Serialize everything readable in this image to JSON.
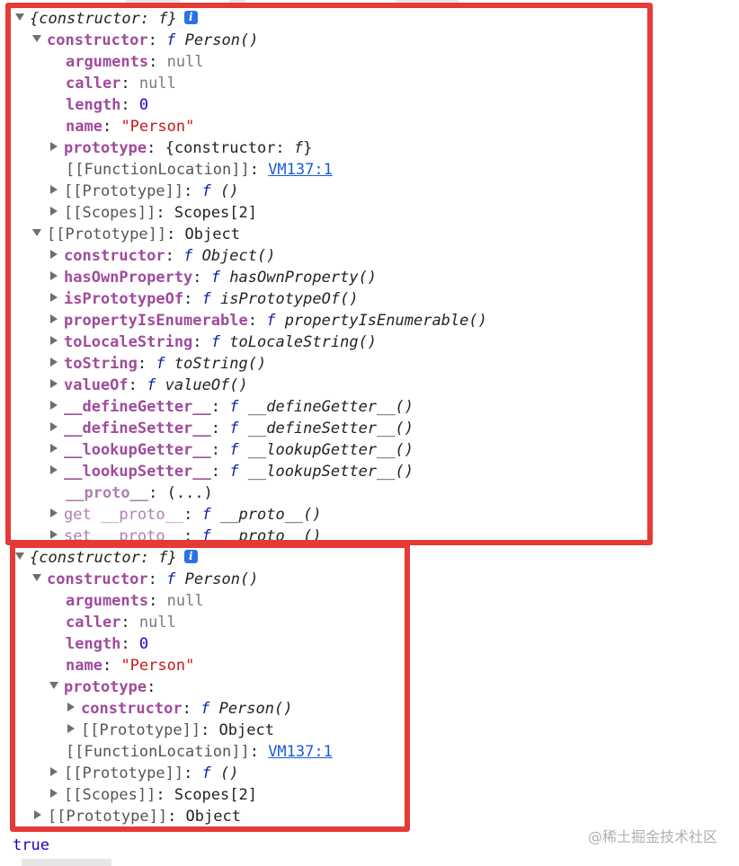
{
  "block1": {
    "root_label": "{constructor: ",
    "root_f": "f",
    "root_close": "}",
    "constructor_key": "constructor",
    "constructor_f": "f",
    "constructor_name": "Person()",
    "arguments_key": "arguments",
    "arguments_val": "null",
    "caller_key": "caller",
    "caller_val": "null",
    "length_key": "length",
    "length_val": "0",
    "name_key": "name",
    "name_val": "\"Person\"",
    "prototype_key": "prototype",
    "prototype_val": "{constructor: ",
    "prototype_f": "f",
    "prototype_close": "}",
    "fnloc_key": "[[FunctionLocation]]",
    "fnloc_link": "VM137:1",
    "proto_key": "[[Prototype]]",
    "proto_f": "f",
    "proto_paren": " ()",
    "scopes_key": "[[Scopes]]",
    "scopes_val": "Scopes[2]",
    "obj_proto_key": "[[Prototype]]",
    "obj_proto_val": "Object",
    "object_members": [
      {
        "key": "constructor",
        "f": "f",
        "name": "Object()"
      },
      {
        "key": "hasOwnProperty",
        "f": "f",
        "name": "hasOwnProperty()"
      },
      {
        "key": "isPrototypeOf",
        "f": "f",
        "name": "isPrototypeOf()"
      },
      {
        "key": "propertyIsEnumerable",
        "f": "f",
        "name": "propertyIsEnumerable()"
      },
      {
        "key": "toLocaleString",
        "f": "f",
        "name": "toLocaleString()"
      },
      {
        "key": "toString",
        "f": "f",
        "name": "toString()"
      },
      {
        "key": "valueOf",
        "f": "f",
        "name": "valueOf()"
      },
      {
        "key": "__defineGetter__",
        "f": "f",
        "name": "__defineGetter__()"
      },
      {
        "key": "__defineSetter__",
        "f": "f",
        "name": "__defineSetter__()"
      },
      {
        "key": "__lookupGetter__",
        "f": "f",
        "name": "__lookupGetter__()"
      },
      {
        "key": "__lookupSetter__",
        "f": "f",
        "name": "__lookupSetter__()"
      }
    ],
    "proto_getter_key": "__proto__",
    "proto_getter_val": "(...)",
    "get_proto_key": "get __proto__",
    "get_proto_f": "f",
    "get_proto_name": "__proto__()",
    "set_proto_key": "set __proto__",
    "set_proto_f": "f",
    "set_proto_name": "__proto__()"
  },
  "block2": {
    "root_label": "{constructor: ",
    "root_f": "f",
    "root_close": "}",
    "constructor_key": "constructor",
    "constructor_f": "f",
    "constructor_name": "Person()",
    "arguments_key": "arguments",
    "arguments_val": "null",
    "caller_key": "caller",
    "caller_val": "null",
    "length_key": "length",
    "length_val": "0",
    "name_key": "name",
    "name_val": "\"Person\"",
    "prototype_key": "prototype",
    "inner_constructor_key": "constructor",
    "inner_constructor_f": "f",
    "inner_constructor_name": "Person()",
    "inner_proto_key": "[[Prototype]]",
    "inner_proto_val": "Object",
    "fnloc_key": "[[FunctionLocation]]",
    "fnloc_link": "VM137:1",
    "proto_key": "[[Prototype]]",
    "proto_f": "f",
    "proto_paren": " ()",
    "scopes_key": "[[Scopes]]",
    "scopes_val": "Scopes[2]",
    "obj_proto_key": "[[Prototype]]",
    "obj_proto_val": "Object"
  },
  "result": "true",
  "watermark": "@稀土掘金技术社区",
  "info_icon_glyph": "i",
  "colors": {
    "highlight_border": "#e53a35",
    "key_purple": "#a04b9c",
    "function_f_blue": "#0d22aa",
    "string_red": "#c41a16",
    "number_blue": "#1c00cf",
    "link_blue": "#1a5bd6"
  }
}
